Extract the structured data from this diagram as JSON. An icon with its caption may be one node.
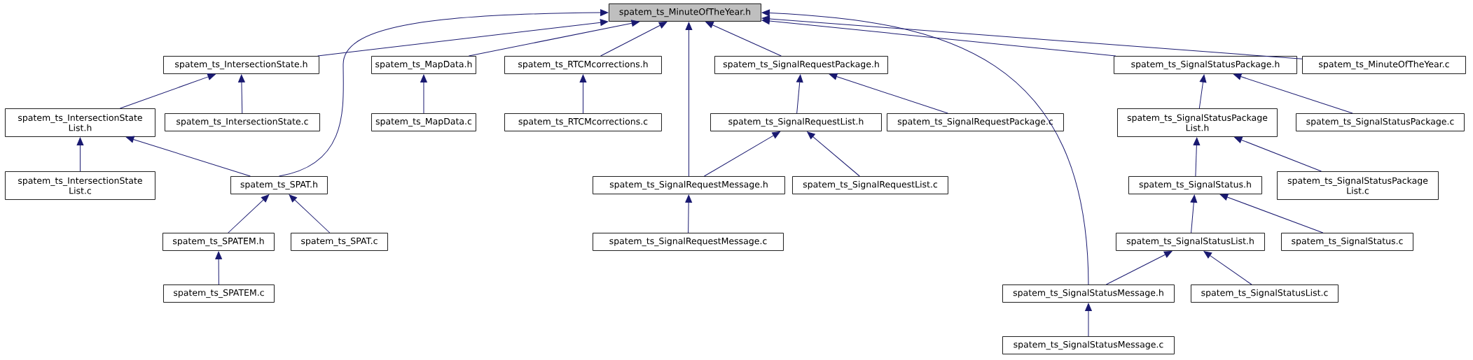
{
  "diagram": {
    "nodes": [
      {
        "text": [
          "spatem_ts_MinuteOfTheYear.h"
        ]
      },
      {
        "text": [
          "spatem_ts_IntersectionState.h"
        ]
      },
      {
        "text": [
          "spatem_ts_MapData.h"
        ]
      },
      {
        "text": [
          "spatem_ts_RTCMcorrections.h"
        ]
      },
      {
        "text": [
          "spatem_ts_SignalRequestPackage.h"
        ]
      },
      {
        "text": [
          "spatem_ts_SignalStatusPackage.h"
        ]
      },
      {
        "text": [
          "spatem_ts_MinuteOfTheYear.c"
        ]
      },
      {
        "text": [
          "spatem_ts_IntersectionState List.h"
        ]
      },
      {
        "text": [
          "spatem_ts_IntersectionState.c"
        ]
      },
      {
        "text": [
          "spatem_ts_MapData.c"
        ]
      },
      {
        "text": [
          "spatem_ts_RTCMcorrections.c"
        ]
      },
      {
        "text": [
          "spatem_ts_SignalRequestList.h"
        ]
      },
      {
        "text": [
          "spatem_ts_SignalRequestPackage.c"
        ]
      },
      {
        "text": [
          "spatem_ts_SignalStatusPackage List.h"
        ]
      },
      {
        "text": [
          "spatem_ts_SignalStatusPackage.c"
        ]
      },
      {
        "text": [
          "spatem_ts_IntersectionState List.c"
        ]
      },
      {
        "text": [
          "spatem_ts_SPAT.h"
        ]
      },
      {
        "text": [
          "spatem_ts_SignalRequestMessage.h"
        ]
      },
      {
        "text": [
          "spatem_ts_SignalRequestList.c"
        ]
      },
      {
        "text": [
          "spatem_ts_SignalStatus.h"
        ]
      },
      {
        "text": [
          "spatem_ts_SignalStatusPackage List.c"
        ]
      },
      {
        "text": [
          "spatem_ts_SPATEM.h"
        ]
      },
      {
        "text": [
          "spatem_ts_SPAT.c"
        ]
      },
      {
        "text": [
          "spatem_ts_SignalRequestMessage.c"
        ]
      },
      {
        "text": [
          "spatem_ts_SignalStatusList.h"
        ]
      },
      {
        "text": [
          "spatem_ts_SignalStatus.c"
        ]
      },
      {
        "text": [
          "spatem_ts_SPATEM.c"
        ]
      },
      {
        "text": [
          "spatem_ts_SignalStatusMessage.h"
        ]
      },
      {
        "text": [
          "spatem_ts_SignalStatusList.c"
        ]
      },
      {
        "text": [
          "spatem_ts_SignalStatusMessage.c"
        ]
      }
    ],
    "edges": [
      {
        "from": 1,
        "to": 0,
        "arrow": "to"
      },
      {
        "from": 16,
        "to": 0,
        "arrow": "to"
      },
      {
        "from": 2,
        "to": 0,
        "arrow": "to"
      },
      {
        "from": 3,
        "to": 0,
        "arrow": "to"
      },
      {
        "from": 17,
        "to": 0,
        "arrow": "to"
      },
      {
        "from": 4,
        "to": 0,
        "arrow": "to"
      },
      {
        "from": 27,
        "to": 0,
        "arrow": "to"
      },
      {
        "from": 5,
        "to": 0,
        "arrow": "to"
      },
      {
        "from": 6,
        "to": 0,
        "arrow": "to"
      },
      {
        "from": 7,
        "to": 1,
        "arrow": "to"
      },
      {
        "from": 8,
        "to": 1,
        "arrow": "to"
      },
      {
        "from": 9,
        "to": 2,
        "arrow": "to"
      },
      {
        "from": 10,
        "to": 3,
        "arrow": "to"
      },
      {
        "from": 11,
        "to": 4,
        "arrow": "to"
      },
      {
        "from": 12,
        "to": 4,
        "arrow": "to"
      },
      {
        "from": 13,
        "to": 5,
        "arrow": "to"
      },
      {
        "from": 14,
        "to": 5,
        "arrow": "to"
      },
      {
        "from": 15,
        "to": 7,
        "arrow": "to"
      },
      {
        "from": 16,
        "to": 7,
        "arrow": "to"
      },
      {
        "from": 17,
        "to": 11,
        "arrow": "to"
      },
      {
        "from": 18,
        "to": 11,
        "arrow": "to"
      },
      {
        "from": 19,
        "to": 13,
        "arrow": "to"
      },
      {
        "from": 20,
        "to": 13,
        "arrow": "to"
      },
      {
        "from": 21,
        "to": 16,
        "arrow": "to"
      },
      {
        "from": 22,
        "to": 16,
        "arrow": "to"
      },
      {
        "from": 23,
        "to": 17,
        "arrow": "to"
      },
      {
        "from": 24,
        "to": 19,
        "arrow": "to"
      },
      {
        "from": 25,
        "to": 19,
        "arrow": "to"
      },
      {
        "from": 26,
        "to": 21,
        "arrow": "to"
      },
      {
        "from": 27,
        "to": 24,
        "arrow": "to"
      },
      {
        "from": 28,
        "to": 24,
        "arrow": "to"
      },
      {
        "from": 29,
        "to": 27,
        "arrow": "to"
      }
    ]
  }
}
